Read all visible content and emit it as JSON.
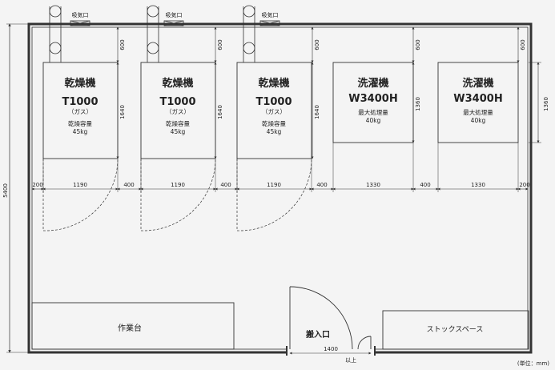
{
  "vents": {
    "label": "吸気口"
  },
  "dryers": [
    {
      "name": "乾燥機",
      "model": "T1000",
      "fuel": "（ガス）",
      "cap_label": "乾燥容量",
      "cap_value": "45kg"
    },
    {
      "name": "乾燥機",
      "model": "T1000",
      "fuel": "（ガス）",
      "cap_label": "乾燥容量",
      "cap_value": "45kg"
    },
    {
      "name": "乾燥機",
      "model": "T1000",
      "fuel": "（ガス）",
      "cap_label": "乾燥容量",
      "cap_value": "45kg"
    }
  ],
  "washers": [
    {
      "name": "洗濯機",
      "model": "W3400H",
      "cap_label": "最大処理量",
      "cap_value": "40kg"
    },
    {
      "name": "洗濯機",
      "model": "W3400H",
      "cap_label": "最大処理量",
      "cap_value": "40kg"
    }
  ],
  "dims": {
    "overall_height": "5400",
    "gap_600": "600",
    "dryer_depth": "1640",
    "washer_depth": "1360",
    "margin_200": "200",
    "dryer_width": "1190",
    "gap_400": "400",
    "washer_width": "1330",
    "door_width": "1400",
    "door_note": "以上"
  },
  "workbench": "作業台",
  "entrance": "搬入口",
  "stock_space": "ストックスペース",
  "unit_note": "(単位：mm)"
}
